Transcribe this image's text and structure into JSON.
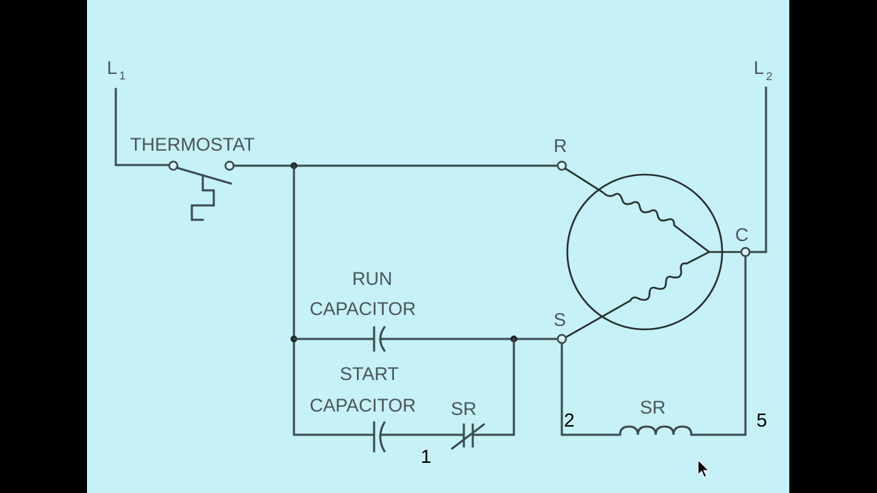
{
  "diagram": {
    "line_labels": {
      "l1": "L",
      "l1_sub": "1",
      "l2": "L",
      "l2_sub": "2"
    },
    "components": {
      "thermostat": "THERMOSTAT",
      "run_capacitor_line1": "RUN",
      "run_capacitor_line2": "CAPACITOR",
      "start_capacitor_line1": "START",
      "start_capacitor_line2": "CAPACITOR",
      "sr_contact": "SR",
      "sr_coil": "SR"
    },
    "terminals": {
      "run": "R",
      "start": "S",
      "common": "C"
    },
    "annotations": {
      "relay_terminal_1": "1",
      "relay_terminal_2": "2",
      "relay_terminal_5": "5"
    },
    "colors": {
      "background": "#c6f1f6",
      "wire": "#3a4a4d",
      "letterbox": "#000000"
    }
  }
}
